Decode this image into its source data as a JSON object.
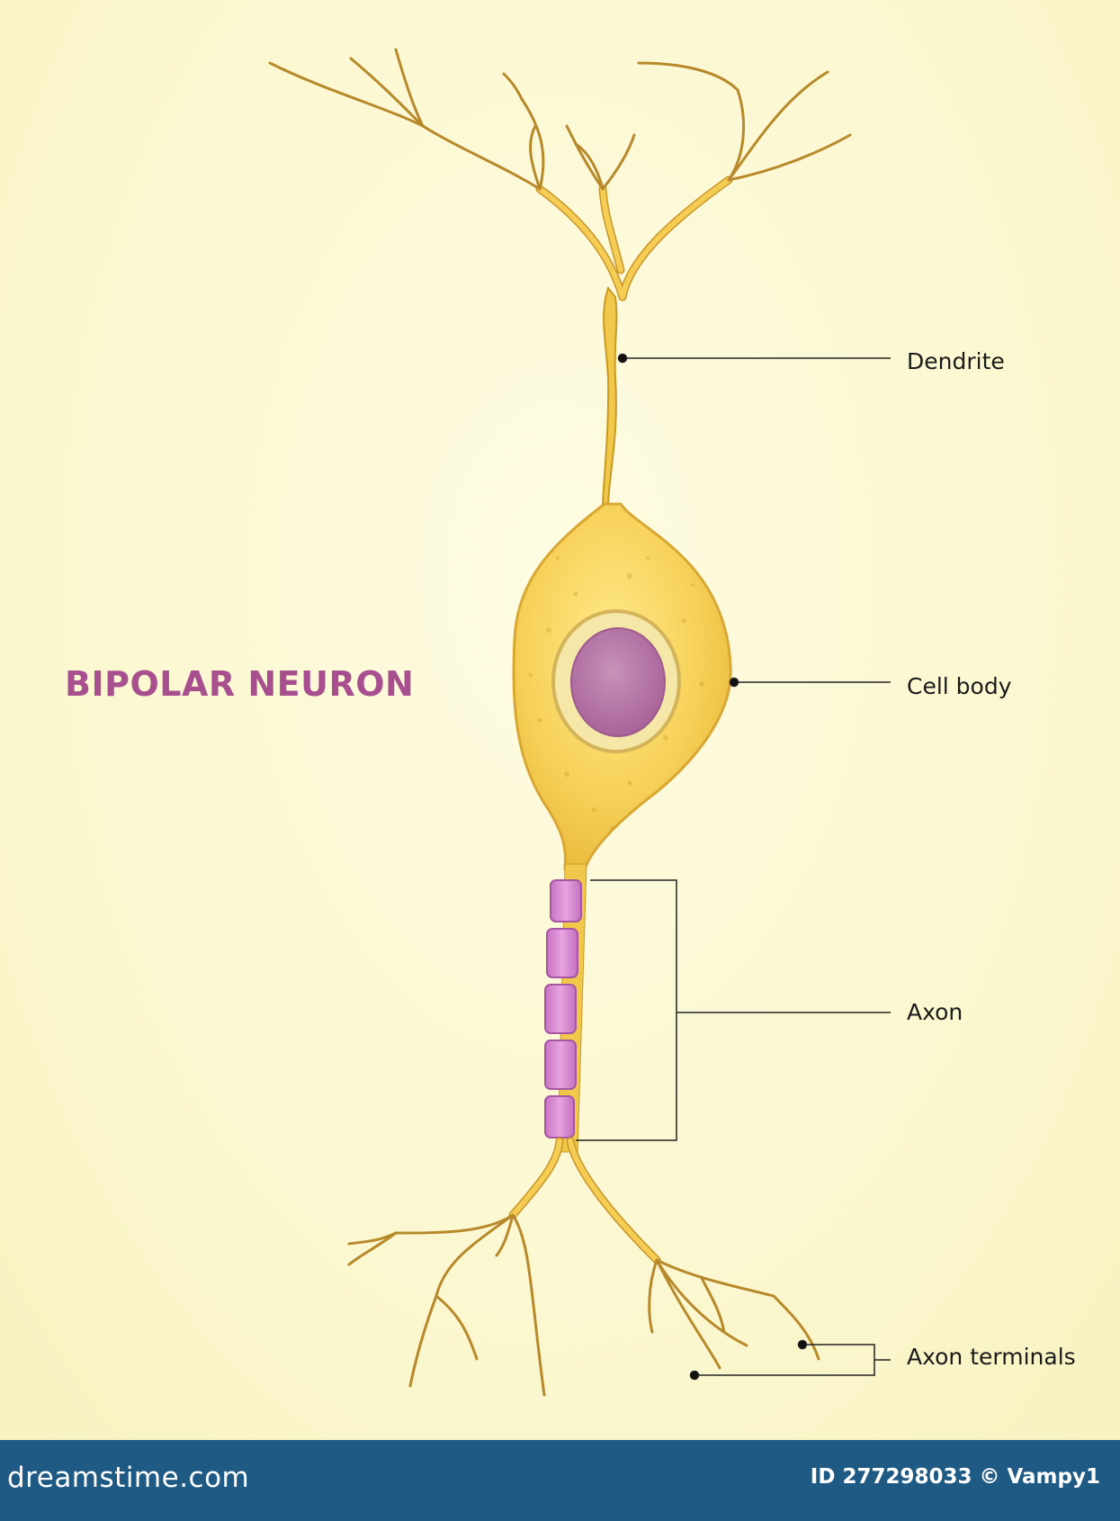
{
  "diagram": {
    "title": "BIPOLAR NEURON",
    "labels": {
      "dendrite": "Dendrite",
      "cell_body": "Cell body",
      "axon": "Axon",
      "axon_terminals": "Axon terminals"
    }
  },
  "footer": {
    "logo": "dreamstime.com",
    "credit": "ID 277298033 © Vampy1"
  },
  "colors": {
    "background": "#fcf8d6",
    "neuron_body": "#f2c84a",
    "neuron_outline": "#c99a22",
    "nucleus": "#b77aa6",
    "myelin": "#d58ad0",
    "title": "#a8508f",
    "footer": "#1f5a84"
  }
}
